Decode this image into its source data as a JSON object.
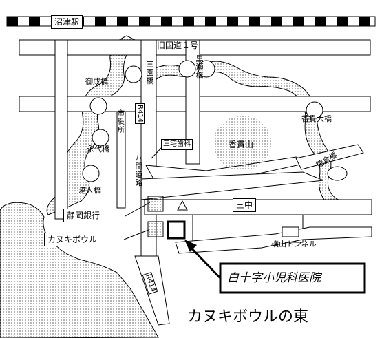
{
  "station": "沼津駅",
  "road_kyukokudo": "旧国道１号",
  "bridge_onari": "御成橋",
  "bridge_sanno": "三園橋",
  "bridge_kurose": "黒瀬橋",
  "bridge_kanuki_ohashi": "香貫大橋",
  "bridge_nagayo": "永代橋",
  "bridge_minato_ohashi": "港大橋",
  "bridge_tokura": "徳倉橋",
  "city_hall": "市役所",
  "route_r414_upper": "R414",
  "route_r414_lower": "R414",
  "road_yamado": "八間道路",
  "dentist": "三宅歯科",
  "mountain": "香貫山",
  "school": "三中",
  "bank": "静岡銀行",
  "bowling": "カヌキボウル",
  "tunnel": "横山トンネル",
  "clinic": "白十字小児科医院",
  "caption": "カヌキボウルの東"
}
